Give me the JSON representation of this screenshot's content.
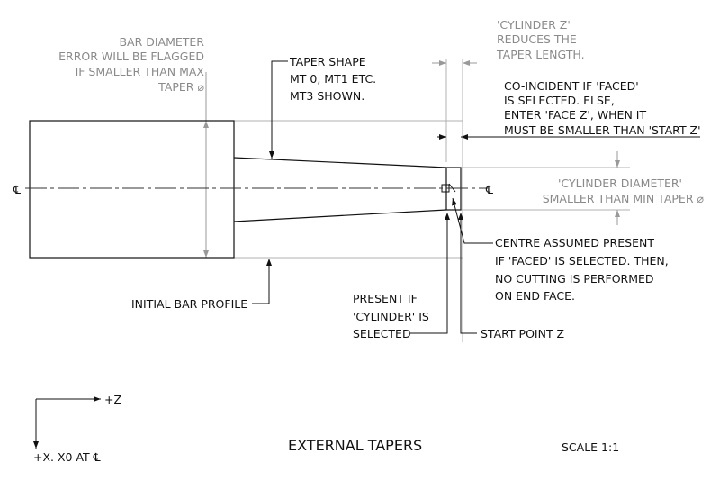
{
  "notes": {
    "bar_diameter": [
      "BAR DIAMETER",
      "ERROR WILL BE FLAGGED",
      "IF SMALLER THAN MAX",
      "TAPER ⌀"
    ],
    "taper_shape": [
      "TAPER SHAPE",
      "MT 0, MT1 ETC.",
      "MT3 SHOWN."
    ],
    "cylinder_z": [
      "'CYLINDER Z'",
      "REDUCES THE",
      "TAPER LENGTH."
    ],
    "coincident": [
      "CO-INCIDENT IF 'FACED'",
      "IS SELECTED. ELSE,",
      "ENTER 'FACE Z', WHEN IT",
      "MUST BE SMALLER THAN 'START Z'"
    ],
    "cylinder_diameter": [
      "'CYLINDER DIAMETER'",
      "SMALLER THAN MIN TAPER ⌀"
    ],
    "centre": [
      "CENTRE ASSUMED PRESENT",
      "IF 'FACED' IS SELECTED. THEN,",
      "NO CUTTING IS PERFORMED",
      "ON END FACE."
    ],
    "initial_bar": "INITIAL BAR PROFILE",
    "present_if": [
      "PRESENT IF",
      "'CYLINDER' IS",
      "SELECTED"
    ],
    "start_point": "START POINT Z"
  },
  "centerline_symbol": "℄",
  "axes": {
    "z_label": "+Z",
    "x_label": "+X. X0 AT ℄"
  },
  "title": "EXTERNAL TAPERS",
  "scale": "SCALE 1:1",
  "colors": {
    "line": "#111111",
    "construction": "#aaaaaa",
    "note_gray": "#8a8a8a"
  }
}
